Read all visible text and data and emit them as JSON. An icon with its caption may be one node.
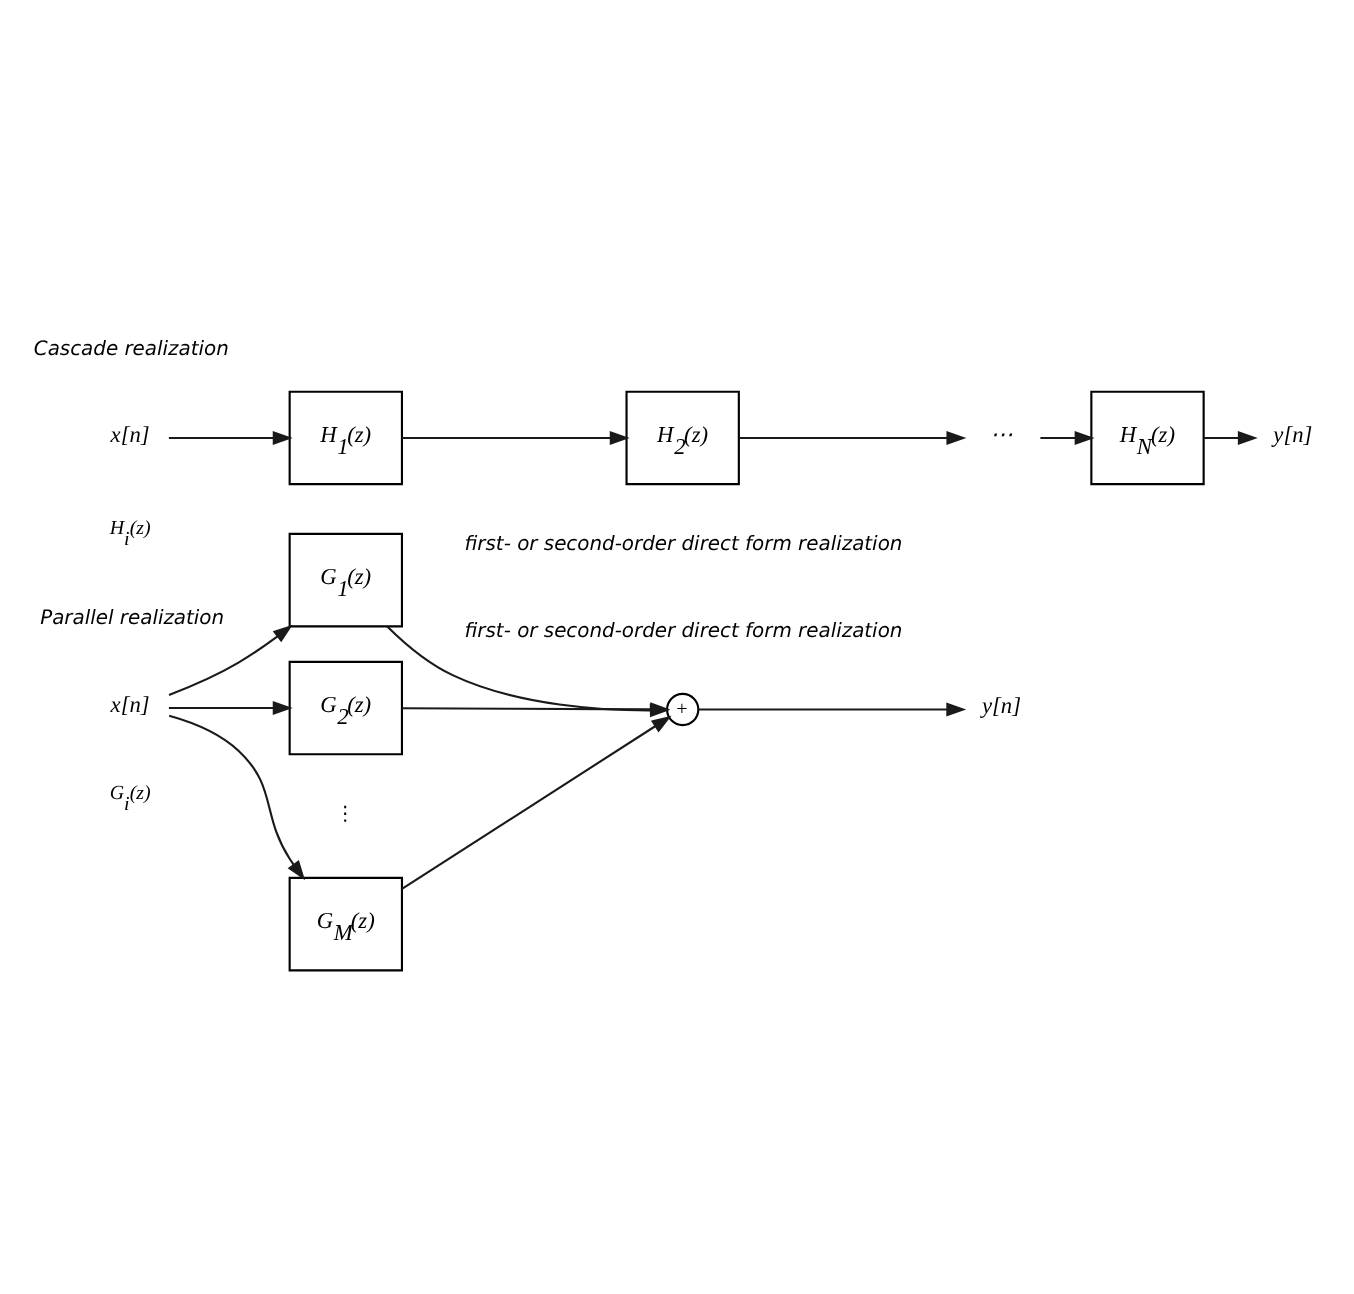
{
  "diagram": {
    "nodes": [
      {
        "text": [
          "x[n]"
        ]
      },
      {
        "text": [
          "H$_{1}$(z)"
        ]
      },
      {
        "text": [
          "H$_{2}$(z)"
        ]
      },
      {
        "text": [
          "⋯"
        ]
      },
      {
        "text": [
          "H$_{N}$(z)"
        ]
      },
      {
        "text": [
          "y[n]"
        ]
      },
      {
        "text": [
          "x[n]"
        ]
      },
      {
        "text": [
          "G$_{1}$(z)"
        ]
      },
      {
        "text": [
          "G$_{2}$(z)"
        ]
      },
      {
        "text": [
          "G$_{M}$(z)"
        ]
      },
      {
        "text": [
          "+"
        ]
      },
      {
        "text": [
          "y[n]"
        ]
      }
    ],
    "edges": [
      {
        "from": 0,
        "to": 1,
        "arrow": "to"
      },
      {
        "from": 1,
        "to": 2,
        "arrow": "to"
      },
      {
        "from": 2,
        "to": 3,
        "arrow": "to"
      },
      {
        "from": 3,
        "to": 4,
        "arrow": "to"
      },
      {
        "from": 4,
        "to": 5,
        "arrow": "to"
      },
      {
        "from": 6,
        "to": 7,
        "arrow": "to"
      },
      {
        "from": 6,
        "to": 8,
        "arrow": "to"
      },
      {
        "from": 6,
        "to": 9,
        "arrow": "to"
      },
      {
        "from": 7,
        "to": 10,
        "arrow": "to"
      },
      {
        "from": 8,
        "to": 10,
        "arrow": "to"
      },
      {
        "from": 9,
        "to": 10,
        "arrow": "to"
      },
      {
        "from": 10,
        "to": 11,
        "arrow": "to"
      }
    ],
    "labels": [
      "Cascade realization",
      "H$_{i}$(z)",
      "first- or second-order direct form realization",
      "Parallel realization",
      "⋮",
      "G$_{i}$(z)",
      "first- or second-order direct form realization"
    ]
  }
}
